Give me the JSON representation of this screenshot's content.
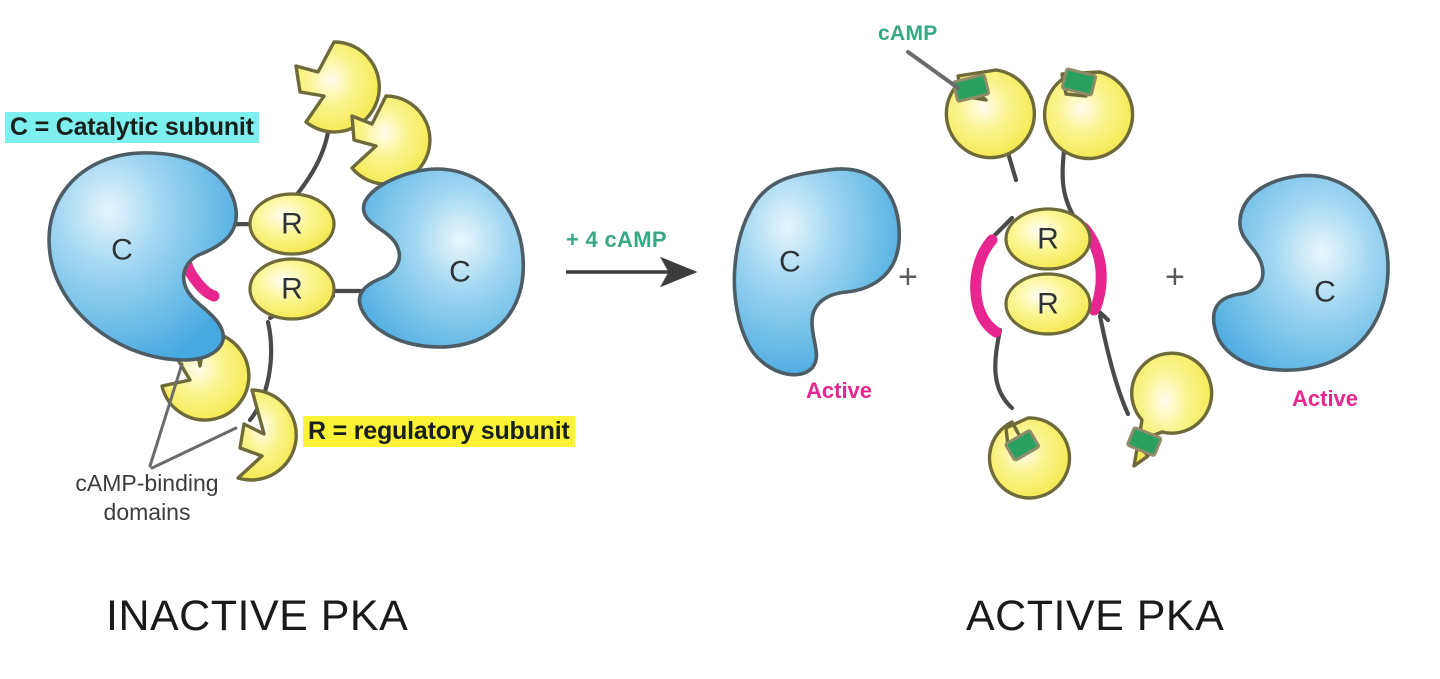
{
  "figure": {
    "title_inactive": "INACTIVE PKA",
    "title_active": "ACTIVE PKA",
    "reaction_label": "+ 4 cAMP",
    "plus_one": "+",
    "plus_two": "+"
  },
  "legend": {
    "catalytic": "C = Catalytic subunit",
    "regulatory": "R = regulatory subunit",
    "camp_binding_domains": "cAMP-binding\ndomains",
    "camp_binding_line1": "cAMP-binding",
    "camp_binding_line2": "domains",
    "camp_callout": "cAMP"
  },
  "labels": {
    "catalytic_letter": "C",
    "regulatory_letter": "R",
    "active_left": "Active",
    "active_right": "Active"
  },
  "colors": {
    "catalytic_blue": "#55b3e5",
    "catalytic_blue_light": "#cfeaf8",
    "regulatory_yellow": "#f7ec52",
    "regulatory_yellow_light": "#fdfbd0",
    "inhibitor_magenta": "#e8268f",
    "camp_green": "#2aa05e",
    "accent_teal": "#37a884",
    "active_pink": "#e8268f",
    "legend_cyan_highlight": "#7defef",
    "legend_yellow_highlight": "#fcf236",
    "linker_gray": "#4a4a4a",
    "outline_gray": "#5b5b5b",
    "text_dark": "#1a1a1a",
    "background": "#ffffff"
  },
  "structures": {
    "inactive_complex": {
      "catalytic_subunits": 2,
      "regulatory_subunits": 2,
      "camp_binding_domains": 4,
      "camp_bound": 0
    },
    "active_products": {
      "free_catalytic_subunits": 2,
      "regulatory_dimer": 1,
      "camp_bound": 4
    }
  }
}
